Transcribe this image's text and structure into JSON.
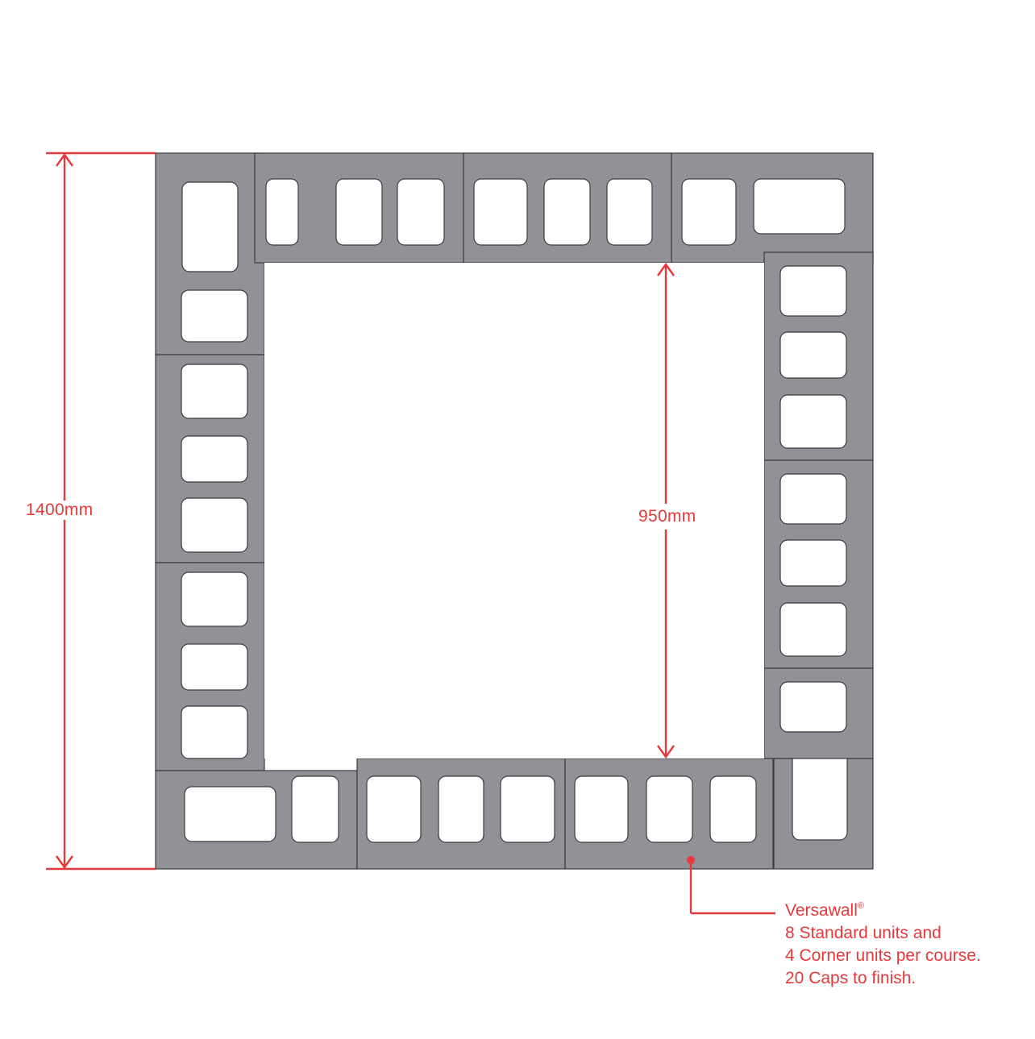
{
  "dimensions": {
    "outer": "1400mm",
    "inner": "950mm"
  },
  "callout": {
    "product": "Versawall",
    "mark": "®",
    "line2": "8 Standard units and",
    "line3": "4 Corner units per course.",
    "line4": "20 Caps to finish."
  },
  "colors": {
    "block_fill": "#929197",
    "block_stroke": "#3b3a3e",
    "accent": "#e5393b"
  }
}
